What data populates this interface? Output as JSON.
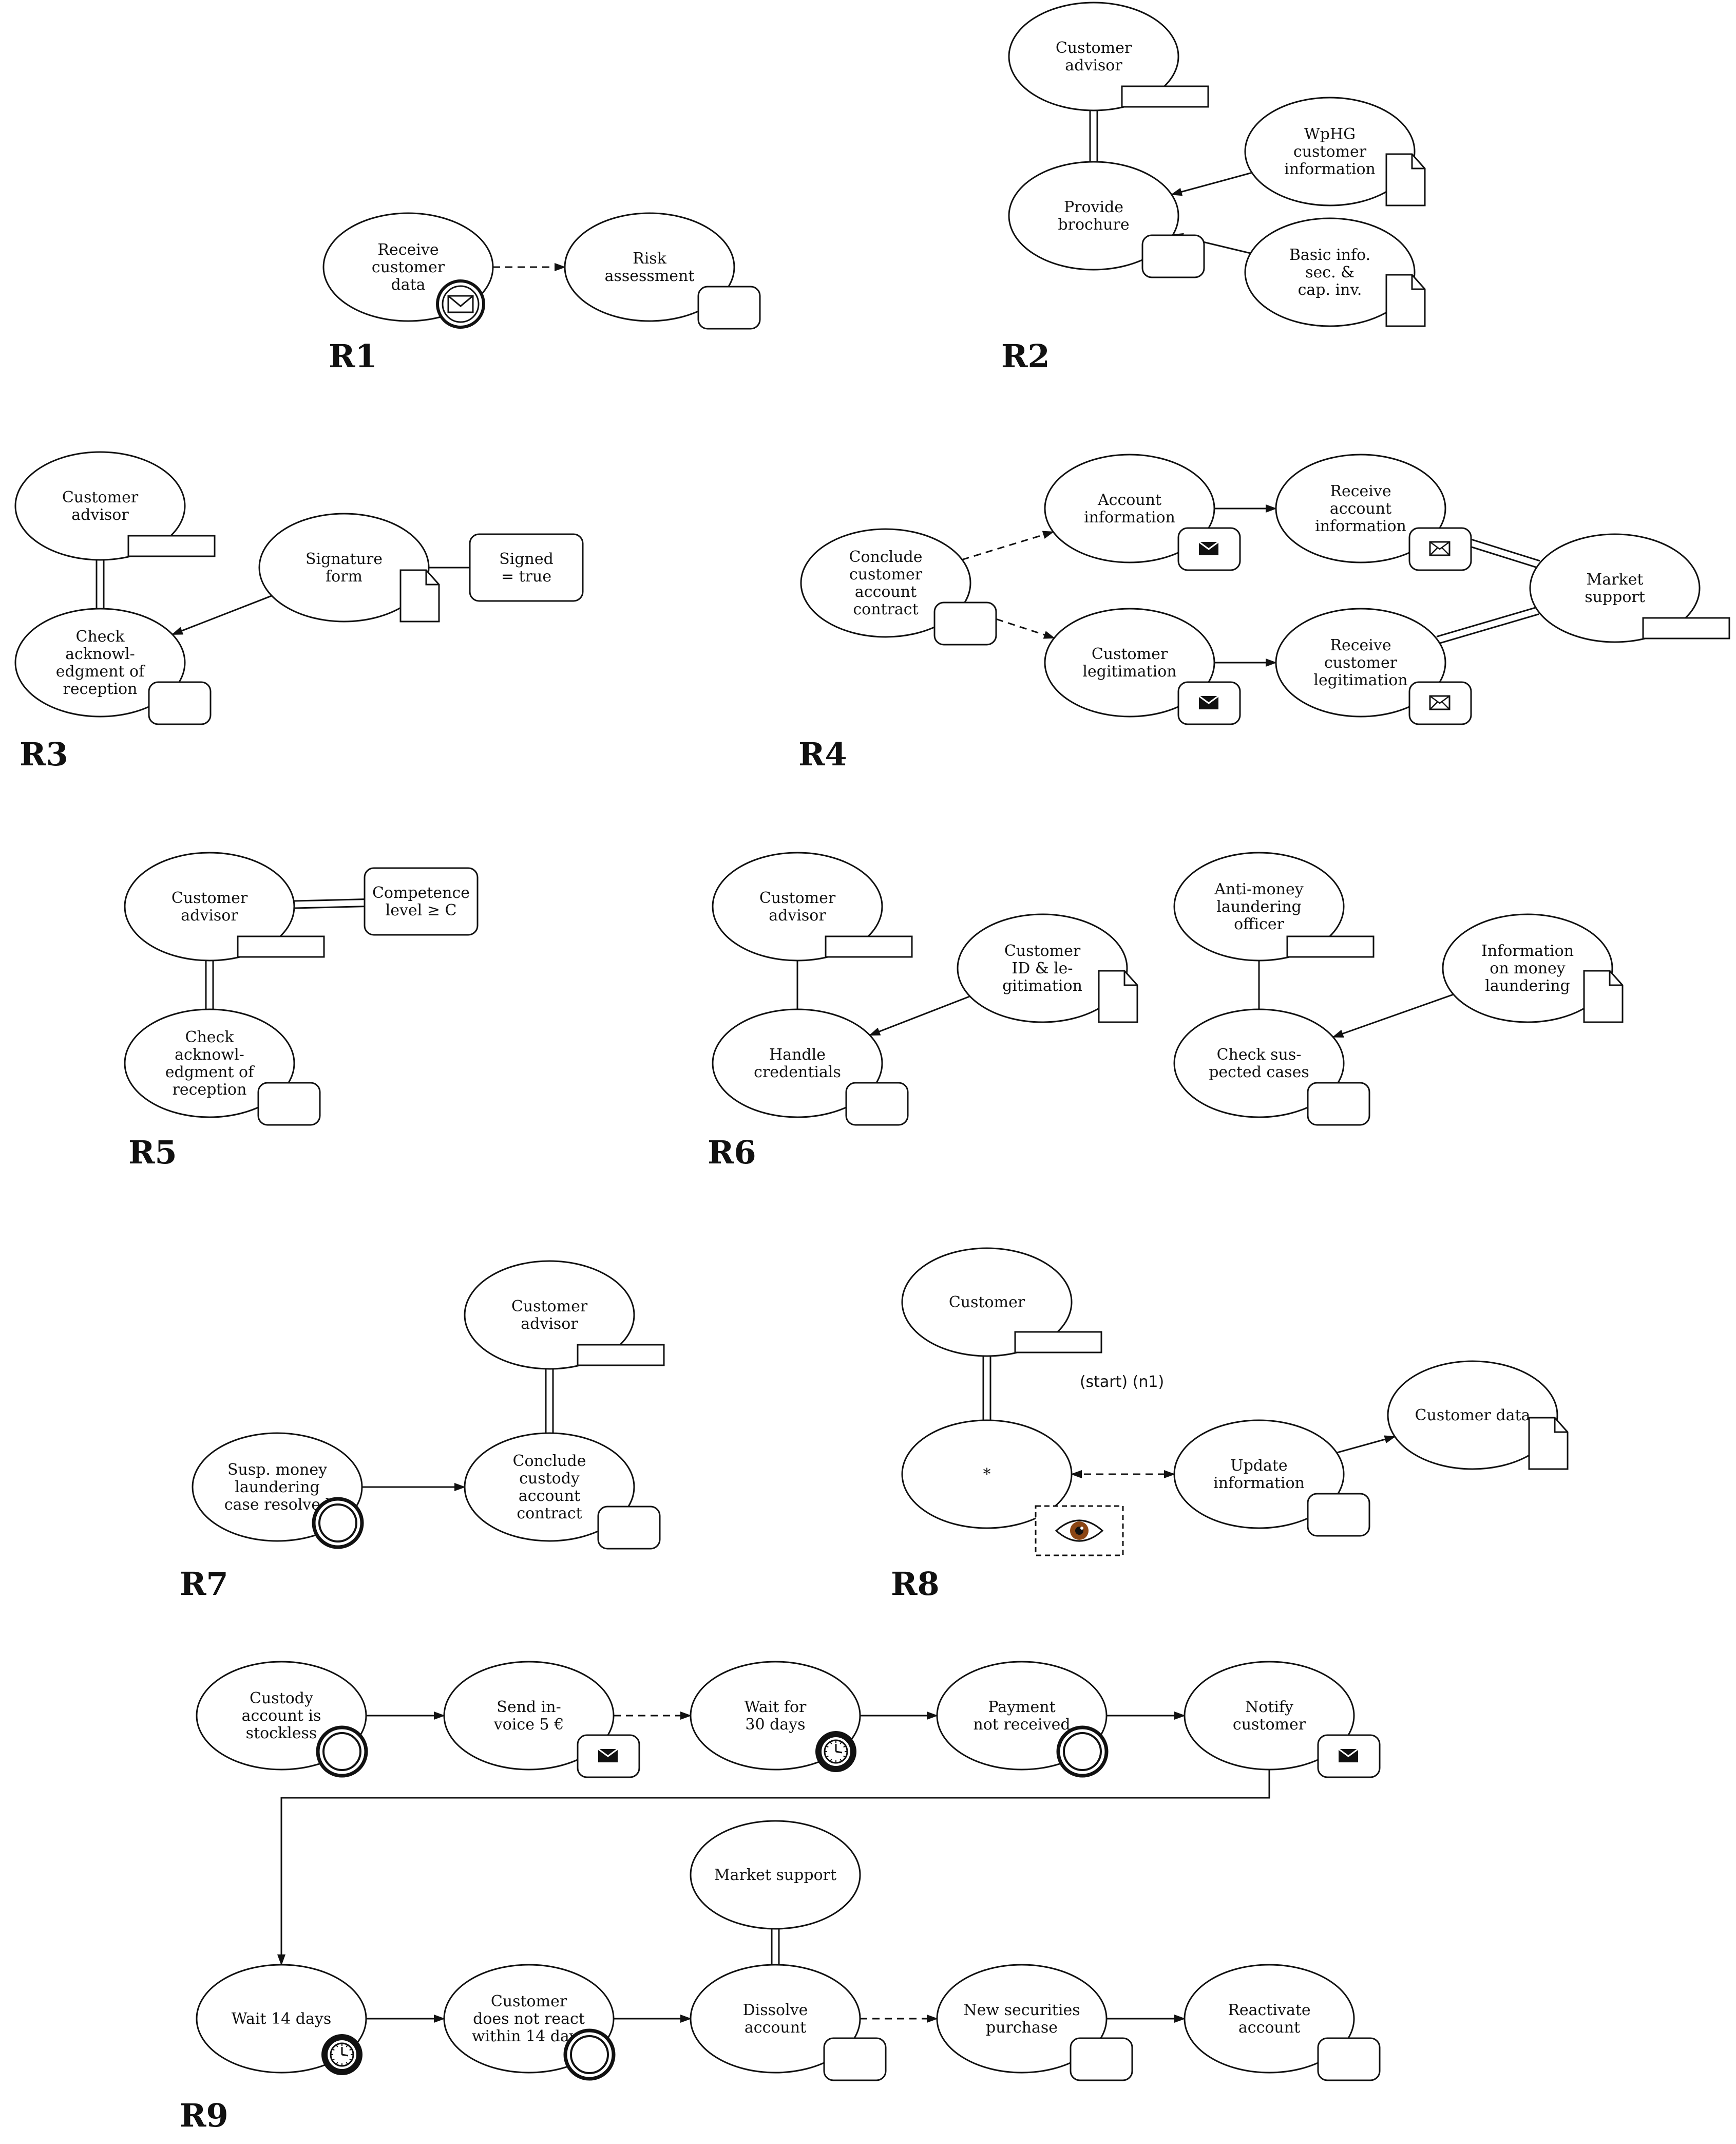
{
  "colors": {
    "stroke": "#111111",
    "background": "#ffffff",
    "eye_iris": "#8b4513"
  },
  "sections": [
    {
      "id": "R1",
      "label": "R1",
      "nodes": [
        {
          "id": "r1-receive",
          "label": "Receive customer data",
          "lines": [
            "Receive",
            "customer",
            "data"
          ],
          "badge": "message-event-icon"
        },
        {
          "id": "r1-risk",
          "label": "Risk assessment",
          "lines": [
            "Risk",
            "assessment"
          ],
          "badge": "box"
        }
      ],
      "edges": [
        {
          "from": "r1-receive",
          "to": "r1-risk",
          "style": "dashed-arrow"
        }
      ]
    },
    {
      "id": "R2",
      "label": "R2",
      "nodes": [
        {
          "id": "r2-advisor",
          "label": "Customer advisor",
          "lines": [
            "Customer",
            "advisor"
          ],
          "badge": "role-bar"
        },
        {
          "id": "r2-brochure",
          "label": "Provide brochure",
          "lines": [
            "Provide",
            "brochure"
          ],
          "badge": "box"
        },
        {
          "id": "r2-wphg",
          "label": "WpHG customer information",
          "lines": [
            "WpHG",
            "customer",
            "information"
          ],
          "badge": "document-icon"
        },
        {
          "id": "r2-basic",
          "label": "Basic info. sec. & cap. inv.",
          "lines": [
            "Basic info.",
            "sec.  &",
            "cap.  inv."
          ],
          "badge": "document-icon"
        }
      ],
      "edges": [
        {
          "from": "r2-advisor",
          "to": "r2-brochure",
          "style": "double-line"
        },
        {
          "from": "r2-wphg",
          "to": "r2-brochure",
          "style": "arrow"
        },
        {
          "from": "r2-basic",
          "to": "r2-brochure",
          "style": "arrow"
        }
      ]
    },
    {
      "id": "R3",
      "label": "R3",
      "nodes": [
        {
          "id": "r3-advisor",
          "label": "Customer advisor",
          "lines": [
            "Customer",
            "advisor"
          ],
          "badge": "role-bar"
        },
        {
          "id": "r3-check",
          "label": "Check acknowledgment of reception",
          "lines": [
            "Check",
            "acknowl-",
            "edgment of",
            "reception"
          ],
          "badge": "box"
        },
        {
          "id": "r3-signature",
          "label": "Signature form",
          "lines": [
            "Signature",
            "form"
          ],
          "badge": "document-icon"
        },
        {
          "id": "r3-signed",
          "label": "Signed = true",
          "lines": [
            "Signed",
            "= true"
          ],
          "shape": "rounded-rect"
        }
      ],
      "edges": [
        {
          "from": "r3-advisor",
          "to": "r3-check",
          "style": "double-line"
        },
        {
          "from": "r3-signature",
          "to": "r3-check",
          "style": "arrow"
        },
        {
          "from": "r3-signature",
          "to": "r3-signed",
          "style": "line"
        }
      ]
    },
    {
      "id": "R4",
      "label": "R4",
      "nodes": [
        {
          "id": "r4-conclude",
          "label": "Conclude customer account contract",
          "lines": [
            "Conclude",
            "customer",
            "account",
            "contract"
          ],
          "badge": "box"
        },
        {
          "id": "r4-accinfo",
          "label": "Account information",
          "lines": [
            "Account",
            "information"
          ],
          "badge": "send-message-icon"
        },
        {
          "id": "r4-recvacc",
          "label": "Receive account information",
          "lines": [
            "Receive",
            "account",
            "information"
          ],
          "badge": "receive-message-icon"
        },
        {
          "id": "r4-custlegit",
          "label": "Customer legitimation",
          "lines": [
            "Customer",
            "legitimation"
          ],
          "badge": "send-message-icon"
        },
        {
          "id": "r4-recvlegit",
          "label": "Receive customer legitimation",
          "lines": [
            "Receive",
            "customer",
            "legitimation"
          ],
          "badge": "receive-message-icon"
        },
        {
          "id": "r4-market",
          "label": "Market support",
          "lines": [
            "Market",
            "support"
          ],
          "badge": "role-bar"
        }
      ],
      "edges": [
        {
          "from": "r4-conclude",
          "to": "r4-accinfo",
          "style": "dashed-arrow"
        },
        {
          "from": "r4-conclude",
          "to": "r4-custlegit",
          "style": "dashed-arrow"
        },
        {
          "from": "r4-accinfo",
          "to": "r4-recvacc",
          "style": "arrow"
        },
        {
          "from": "r4-custlegit",
          "to": "r4-recvlegit",
          "style": "arrow"
        },
        {
          "from": "r4-recvacc",
          "to": "r4-market",
          "style": "double-line"
        },
        {
          "from": "r4-recvlegit",
          "to": "r4-market",
          "style": "double-line"
        }
      ]
    },
    {
      "id": "R5",
      "label": "R5",
      "nodes": [
        {
          "id": "r5-advisor",
          "label": "Customer advisor",
          "lines": [
            "Customer",
            "advisor"
          ],
          "badge": "role-bar"
        },
        {
          "id": "r5-competence",
          "label": "Competence level ≥ C",
          "lines": [
            "Competence",
            "level ≥ C"
          ],
          "shape": "rounded-rect"
        },
        {
          "id": "r5-check",
          "label": "Check acknowledgment of reception",
          "lines": [
            "Check",
            "acknowl-",
            "edgment of",
            "reception"
          ],
          "badge": "box"
        }
      ],
      "edges": [
        {
          "from": "r5-advisor",
          "to": "r5-competence",
          "style": "double-line"
        },
        {
          "from": "r5-advisor",
          "to": "r5-check",
          "style": "double-line"
        }
      ]
    },
    {
      "id": "R6",
      "label": "R6",
      "nodes": [
        {
          "id": "r6-advisor",
          "label": "Customer advisor",
          "lines": [
            "Customer",
            "advisor"
          ],
          "badge": "role-bar"
        },
        {
          "id": "r6-handle",
          "label": "Handle credentials",
          "lines": [
            "Handle",
            "credentials"
          ],
          "badge": "box"
        },
        {
          "id": "r6-custid",
          "label": "Customer ID & legitimation",
          "lines": [
            "Customer",
            "ID & le-",
            "gitimation"
          ],
          "badge": "document-icon"
        },
        {
          "id": "r6-aml",
          "label": "Anti-money laundering officer",
          "lines": [
            "Anti-money",
            "laundering",
            "officer"
          ],
          "badge": "role-bar"
        },
        {
          "id": "r6-suspected",
          "label": "Check suspected cases",
          "lines": [
            "Check sus-",
            "pected cases"
          ],
          "badge": "box"
        },
        {
          "id": "r6-info",
          "label": "Information on money laundering",
          "lines": [
            "Information",
            "on money",
            "laundering"
          ],
          "badge": "document-icon"
        }
      ],
      "edges": [
        {
          "from": "r6-advisor",
          "to": "r6-handle",
          "style": "line"
        },
        {
          "from": "r6-custid",
          "to": "r6-handle",
          "style": "arrow"
        },
        {
          "from": "r6-aml",
          "to": "r6-suspected",
          "style": "line"
        },
        {
          "from": "r6-info",
          "to": "r6-suspected",
          "style": "arrow"
        }
      ]
    },
    {
      "id": "R7",
      "label": "R7",
      "nodes": [
        {
          "id": "r7-advisor",
          "label": "Customer advisor",
          "lines": [
            "Customer",
            "advisor"
          ],
          "badge": "role-bar"
        },
        {
          "id": "r7-susp",
          "label": "Susp. money laundering case resolved",
          "lines": [
            "Susp.  money",
            "laundering",
            "case resolved"
          ],
          "badge": "intermediate-event-icon"
        },
        {
          "id": "r7-conclude",
          "label": "Conclude custody account contract",
          "lines": [
            "Conclude",
            "custody",
            "account",
            "contract"
          ],
          "badge": "box"
        }
      ],
      "edges": [
        {
          "from": "r7-advisor",
          "to": "r7-conclude",
          "style": "double-line"
        },
        {
          "from": "r7-susp",
          "to": "r7-conclude",
          "style": "arrow"
        }
      ]
    },
    {
      "id": "R8",
      "label": "R8",
      "annotation": "(start) (n1)",
      "nodes": [
        {
          "id": "r8-customer",
          "label": "Customer",
          "lines": [
            "Customer"
          ],
          "badge": "role-bar"
        },
        {
          "id": "r8-any",
          "label": "*",
          "lines": [
            "*"
          ],
          "badge": "eye-icon"
        },
        {
          "id": "r8-update",
          "label": "Update information",
          "lines": [
            "Update",
            "information"
          ],
          "badge": "box"
        },
        {
          "id": "r8-data",
          "label": "Customer data",
          "lines": [
            "Customer data"
          ],
          "badge": "document-icon"
        }
      ],
      "edges": [
        {
          "from": "r8-customer",
          "to": "r8-any",
          "style": "double-line"
        },
        {
          "from": "r8-any",
          "to": "r8-update",
          "style": "dashed-double-arrow"
        },
        {
          "from": "r8-update",
          "to": "r8-data",
          "style": "arrow"
        }
      ]
    },
    {
      "id": "R9",
      "label": "R9",
      "nodes": [
        {
          "id": "r9-stockless",
          "label": "Custody account is stockless",
          "lines": [
            "Custody",
            "account is",
            "stockless"
          ],
          "badge": "intermediate-event-icon"
        },
        {
          "id": "r9-invoice",
          "label": "Send invoice 5 €",
          "lines": [
            "Send in-",
            "voice 5 €"
          ],
          "badge": "send-message-icon"
        },
        {
          "id": "r9-wait30",
          "label": "Wait for 30 days",
          "lines": [
            "Wait for",
            "30 days"
          ],
          "badge": "timer-icon"
        },
        {
          "id": "r9-payment",
          "label": "Payment not received",
          "lines": [
            "Payment",
            "not received"
          ],
          "badge": "intermediate-event-icon"
        },
        {
          "id": "r9-notify",
          "label": "Notify customer",
          "lines": [
            "Notify",
            "customer"
          ],
          "badge": "send-message-icon"
        },
        {
          "id": "r9-wait14",
          "label": "Wait 14 days",
          "lines": [
            "Wait 14 days"
          ],
          "badge": "timer-icon"
        },
        {
          "id": "r9-noreact",
          "label": "Customer does not react within 14 days",
          "lines": [
            "Customer",
            "does not react",
            "within 14 days"
          ],
          "badge": "intermediate-event-icon"
        },
        {
          "id": "r9-market",
          "label": "Market support",
          "lines": [
            "Market support"
          ]
        },
        {
          "id": "r9-dissolve",
          "label": "Dissolve account",
          "lines": [
            "Dissolve",
            "account"
          ],
          "badge": "box"
        },
        {
          "id": "r9-newsec",
          "label": "New securities purchase",
          "lines": [
            "New securities",
            "purchase"
          ],
          "badge": "box"
        },
        {
          "id": "r9-reactivate",
          "label": "Reactivate account",
          "lines": [
            "Reactivate",
            "account"
          ],
          "badge": "box"
        }
      ],
      "edges": [
        {
          "from": "r9-stockless",
          "to": "r9-invoice",
          "style": "arrow"
        },
        {
          "from": "r9-invoice",
          "to": "r9-wait30",
          "style": "dashed-arrow"
        },
        {
          "from": "r9-wait30",
          "to": "r9-payment",
          "style": "arrow"
        },
        {
          "from": "r9-payment",
          "to": "r9-notify",
          "style": "arrow"
        },
        {
          "from": "r9-notify",
          "to": "r9-wait14",
          "style": "arrow"
        },
        {
          "from": "r9-wait14",
          "to": "r9-noreact",
          "style": "arrow"
        },
        {
          "from": "r9-noreact",
          "to": "r9-dissolve",
          "style": "arrow"
        },
        {
          "from": "r9-market",
          "to": "r9-dissolve",
          "style": "double-line"
        },
        {
          "from": "r9-dissolve",
          "to": "r9-newsec",
          "style": "dashed-arrow"
        },
        {
          "from": "r9-newsec",
          "to": "r9-reactivate",
          "style": "arrow"
        }
      ]
    }
  ]
}
